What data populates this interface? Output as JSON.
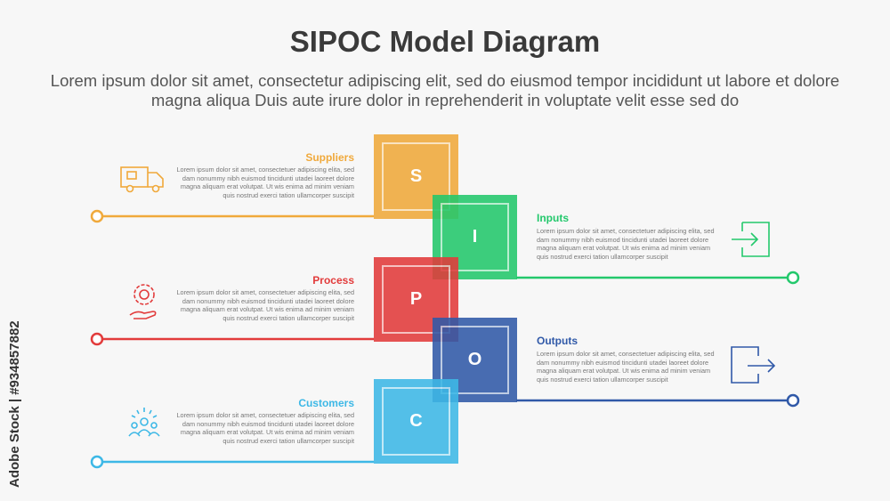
{
  "title": "SIPOC Model Diagram",
  "subtitle": "Lorem ipsum dolor sit amet, consectetur adipiscing elit, sed do eiusmod tempor incididunt ut labore et dolore magna aliqua Duis aute irure dolor in reprehenderit in voluptate velit esse sed do",
  "steps": [
    {
      "letter": "S",
      "label": "Suppliers",
      "color": "#f0a93b",
      "icon": "truck-icon",
      "desc": "Lorem ipsum dolor sit amet, consectetuer adipiscing elita, sed dam nonummy nibh euismod tincidunti utadei laoreet dolore magna aliquam erat volutpat. Ut wis enima ad minim veniam quis nostrud exerci tation ullamcorper suscipit"
    },
    {
      "letter": "I",
      "label": "Inputs",
      "color": "#23c86c",
      "icon": "login-arrow-icon",
      "desc": "Lorem ipsum dolor sit amet, consectetuer adipiscing elita, sed dam nonummy nibh euismod tincidunti utadei laoreet dolore magna aliquam erat volutpat. Ut wis enima ad minim veniam quis nostrud exerci tation ullamcorper suscipit"
    },
    {
      "letter": "P",
      "label": "Process",
      "color": "#e23b3b",
      "icon": "gear-hand-icon",
      "desc": "Lorem ipsum dolor sit amet, consectetuer adipiscing elita, sed dam nonummy nibh euismod tincidunti utadei laoreet dolore magna aliquam erat volutpat. Ut wis enima ad minim veniam quis nostrud exerci tation ullamcorper suscipit"
    },
    {
      "letter": "O",
      "label": "Outputs",
      "color": "#3059a8",
      "icon": "logout-arrow-icon",
      "desc": "Lorem ipsum dolor sit amet, consectetuer adipiscing elita, sed dam nonummy nibh euismod tincidunti utadei laoreet dolore magna aliquam erat volutpat. Ut wis enima ad minim veniam quis nostrud exerci tation ullamcorper suscipit"
    },
    {
      "letter": "C",
      "label": "Customers",
      "color": "#3db8e6",
      "icon": "people-group-icon",
      "desc": "Lorem ipsum dolor sit amet, consectetuer adipiscing elita, sed dam nonummy nibh euismod tincidunti utadei laoreet dolore magna aliquam erat volutpat. Ut wis enima ad minim veniam quis nostrud exerci tation ullamcorper suscipit"
    }
  ],
  "watermark_side": "Adobe Stock | #934857882"
}
